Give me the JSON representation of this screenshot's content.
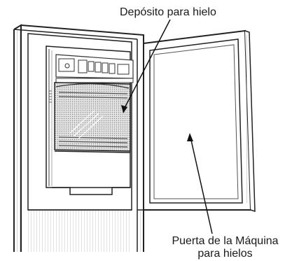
{
  "labels": {
    "ice_bin": "Depósito para hielo",
    "ice_maker_door_line1": "Puerta de la Máquina",
    "ice_maker_door_line2": "para hielos"
  }
}
